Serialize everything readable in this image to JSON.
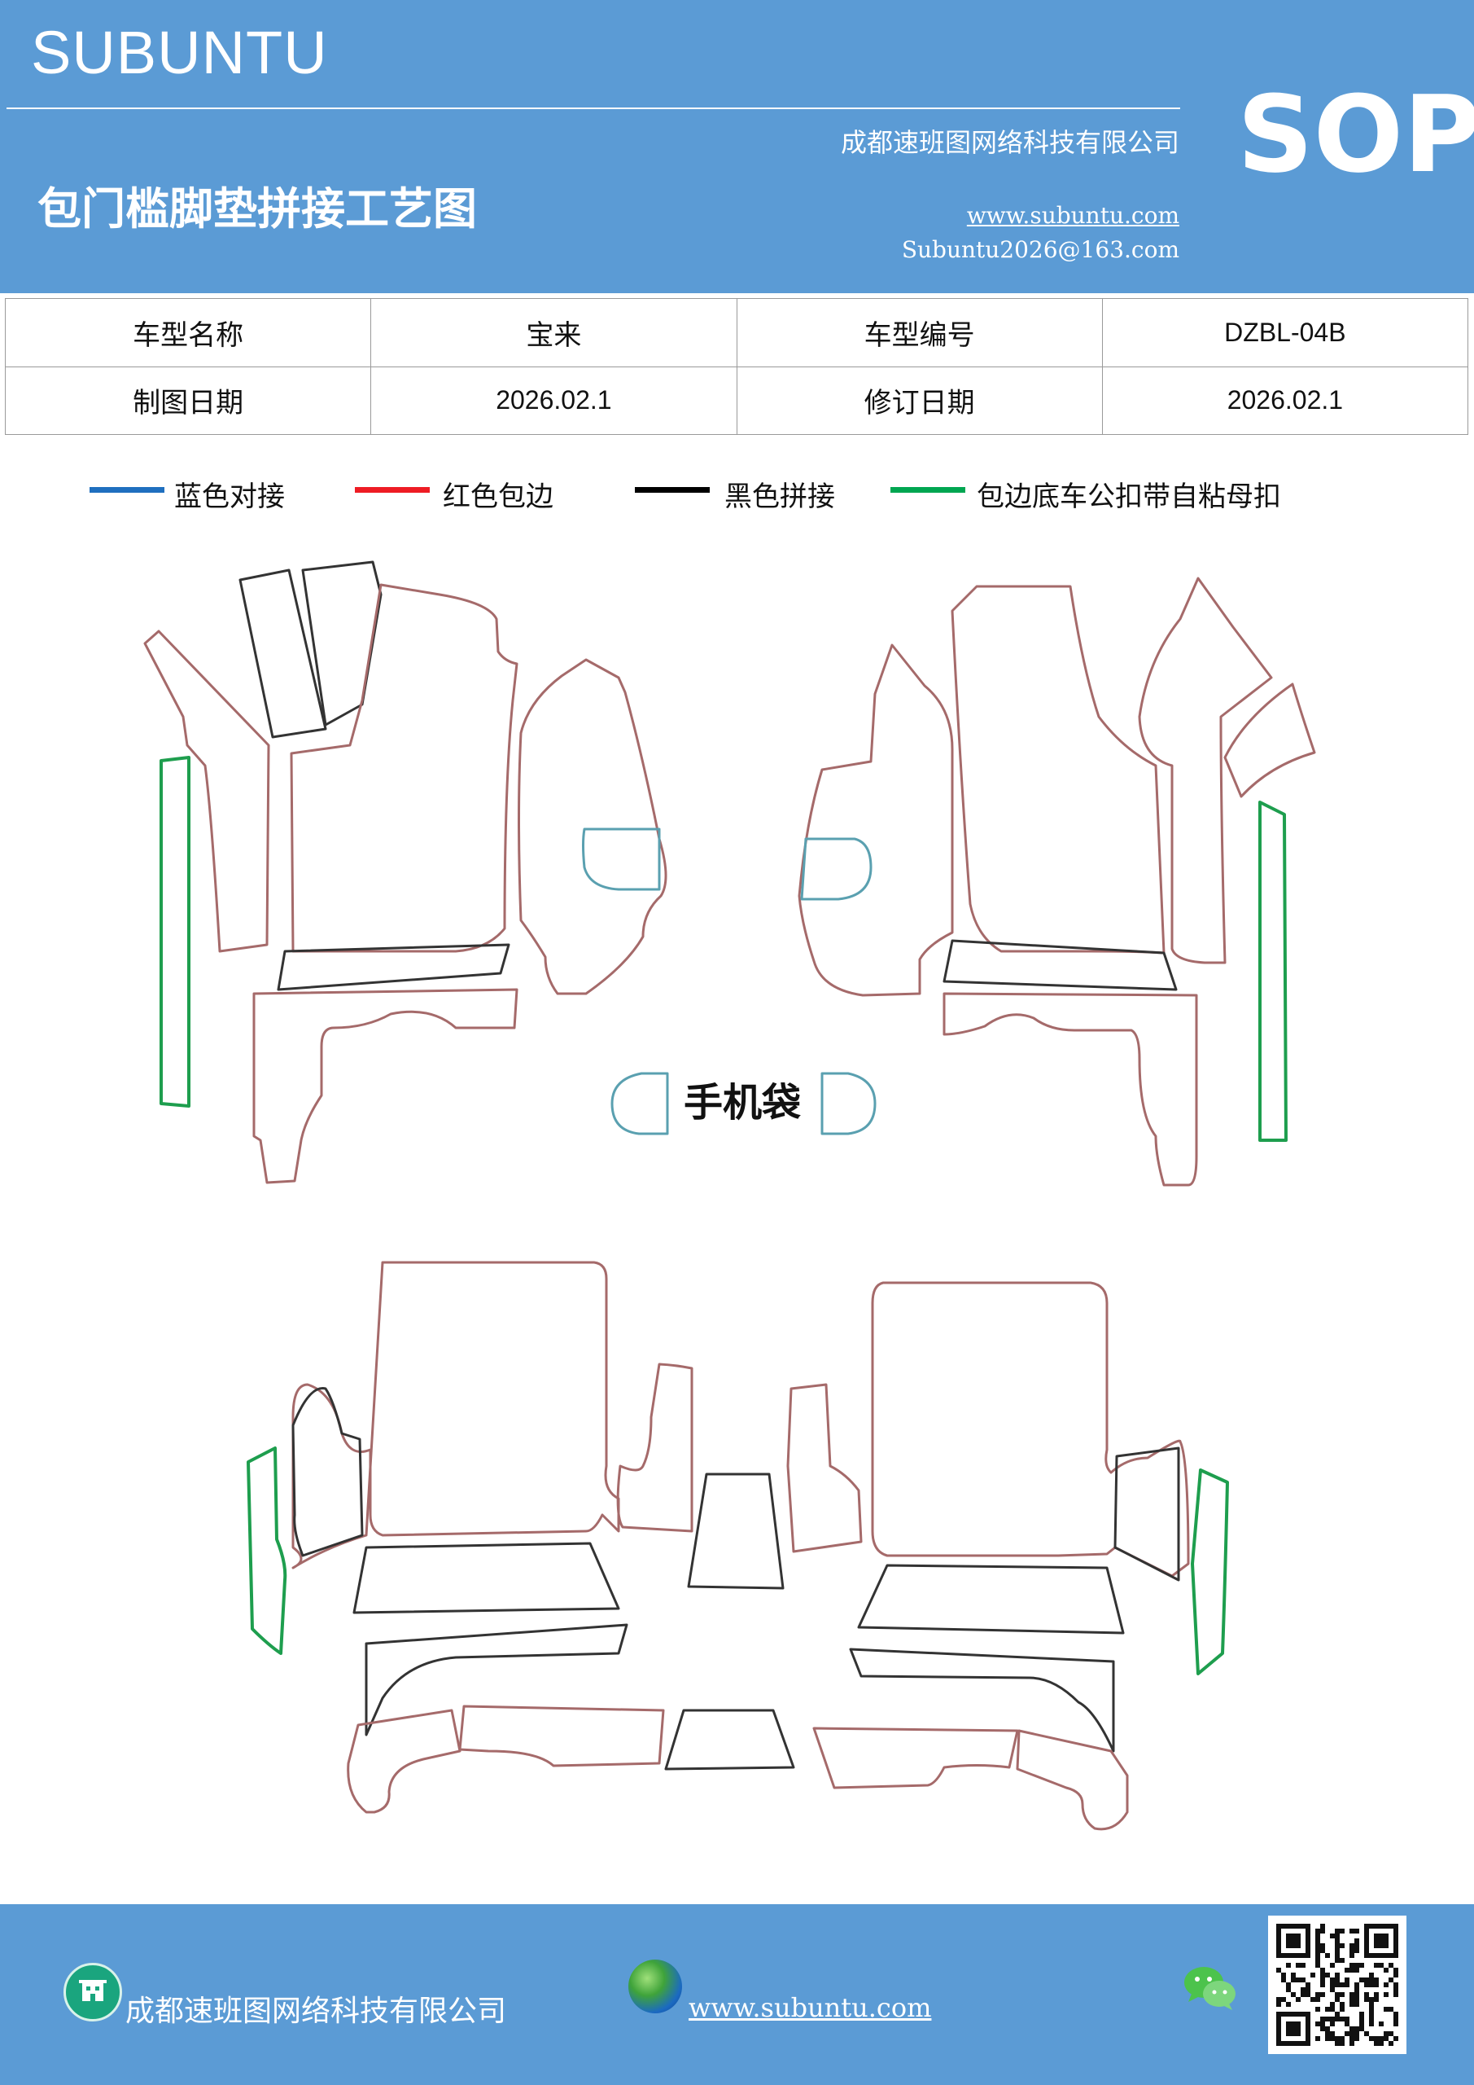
{
  "header": {
    "brand": "SUBUNTU",
    "title": "包门槛脚垫拼接工艺图",
    "company": "成都速班图网络科技有限公司",
    "website": "www.subuntu.com",
    "email": "Subuntu2026@163.com",
    "badge": "SOP"
  },
  "info_table": {
    "rows": [
      [
        "车型名称",
        "宝来",
        "车型编号",
        "DZBL-04B"
      ],
      [
        "制图日期",
        "2026.02.1",
        "修订日期",
        "2026.02.1"
      ]
    ]
  },
  "legend": [
    {
      "label": "蓝色对接",
      "color": "#1f6fbf"
    },
    {
      "label": "红色包边",
      "color": "#ee1c24"
    },
    {
      "label": "黑色拼接",
      "color": "#000000"
    },
    {
      "label": "包边底车公扣带自粘母扣",
      "color": "#00a651"
    }
  ],
  "diagram": {
    "phone_bag_label": "手机袋",
    "colors": {
      "outline": "#333333",
      "trim": "#a56a6a",
      "hook": "#1e9e4e",
      "dock": "#5aa0b0"
    }
  },
  "footer": {
    "company": "成都速班图网络科技有限公司",
    "website": "www.subuntu.com",
    "icons": [
      "building-icon",
      "globe-icon",
      "wechat-icon",
      "qr-code"
    ]
  }
}
